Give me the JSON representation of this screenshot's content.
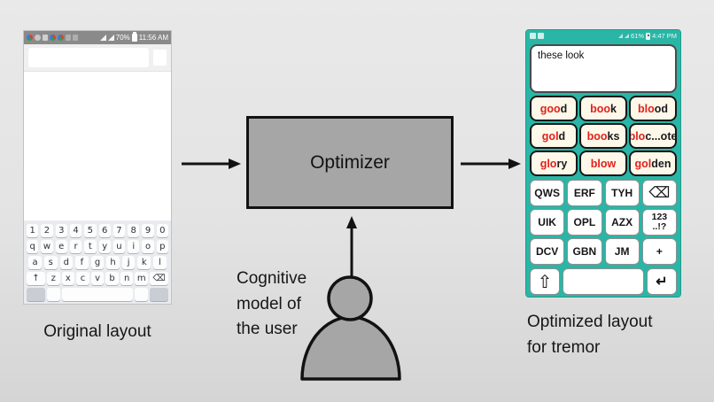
{
  "colors": {
    "teal": "#29b6a6",
    "suggestion_red": "#e3201b",
    "suggestion_cream": "#fdf8ea",
    "optimizer_gray": "#a6a6a6"
  },
  "left_phone": {
    "status": {
      "battery": "70%",
      "time": "11:56 AM"
    },
    "keyboard": {
      "row1": [
        "1",
        "2",
        "3",
        "4",
        "5",
        "6",
        "7",
        "8",
        "9",
        "0"
      ],
      "row2": [
        "q",
        "w",
        "e",
        "r",
        "t",
        "y",
        "u",
        "i",
        "o",
        "p"
      ],
      "row3": [
        "a",
        "s",
        "d",
        "f",
        "g",
        "h",
        "j",
        "k",
        "l"
      ],
      "row4": [
        "z",
        "x",
        "c",
        "v",
        "b",
        "n",
        "m"
      ],
      "shift_icon": "↑",
      "backspace_icon": "⌫"
    },
    "label": "Original layout"
  },
  "optimizer": {
    "label": "Optimizer"
  },
  "cognitive_model": {
    "lines": [
      "Cognitive",
      "model of",
      "the user"
    ]
  },
  "right_phone": {
    "status": {
      "battery": "61%",
      "time": "4:47 PM"
    },
    "input_text": "these look",
    "suggestions": [
      {
        "red": "goo",
        "rest": "d"
      },
      {
        "red": "boo",
        "rest": "k"
      },
      {
        "red": "blo",
        "rest": "od"
      },
      {
        "red": "gol",
        "rest": "d"
      },
      {
        "red": "boo",
        "rest": "ks"
      },
      {
        "red": "blo",
        "rest": "c...ote"
      },
      {
        "red": "glo",
        "rest": "ry"
      },
      {
        "red": "blow",
        "rest": ""
      },
      {
        "red": "gol",
        "rest": "den"
      }
    ],
    "keys": [
      "QWS",
      "ERF",
      "TYH",
      "⌫",
      "UIK",
      "OPL",
      "AZX",
      "123\n..!?",
      "DCV",
      "GBN",
      "JM",
      "+"
    ],
    "shift_icon": "⇧",
    "enter_icon": "↵",
    "label_lines": [
      "Optimized layout",
      "for tremor"
    ]
  }
}
